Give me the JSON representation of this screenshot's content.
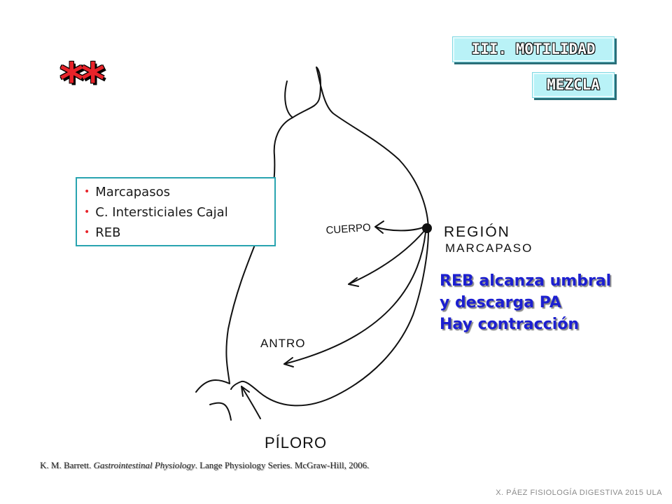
{
  "header": {
    "section_title": "III. MOTILIDAD",
    "subsection": "MEZCLA"
  },
  "stars": "**",
  "bullets": [
    "Marcapasos",
    "C. Intersticiales Cajal",
    "REB"
  ],
  "diagram_labels": {
    "cuerpo": "CUERPO",
    "region": "REGIÓN",
    "marcapaso": "MARCAPASO",
    "antro": "ANTRO",
    "piloro": "PÍLORO"
  },
  "reb_text": [
    "REB alcanza umbral",
    "y descarga  PA",
    "Hay contracción"
  ],
  "citation": {
    "author": "K. M. Barrett. ",
    "title": "Gastrointestinal Physiology",
    "rest": ". Lange Physiology Series. McGraw-Hill, 2006."
  },
  "footer": "X. PÁEZ  FISIOLOGÍA DIGESTIVA 2015  ULA",
  "colors": {
    "accent_red": "#e8232a",
    "reb_blue": "#1c1fd0",
    "box_border": "#29a4b0",
    "tag_fill": "#b9f2f7"
  }
}
